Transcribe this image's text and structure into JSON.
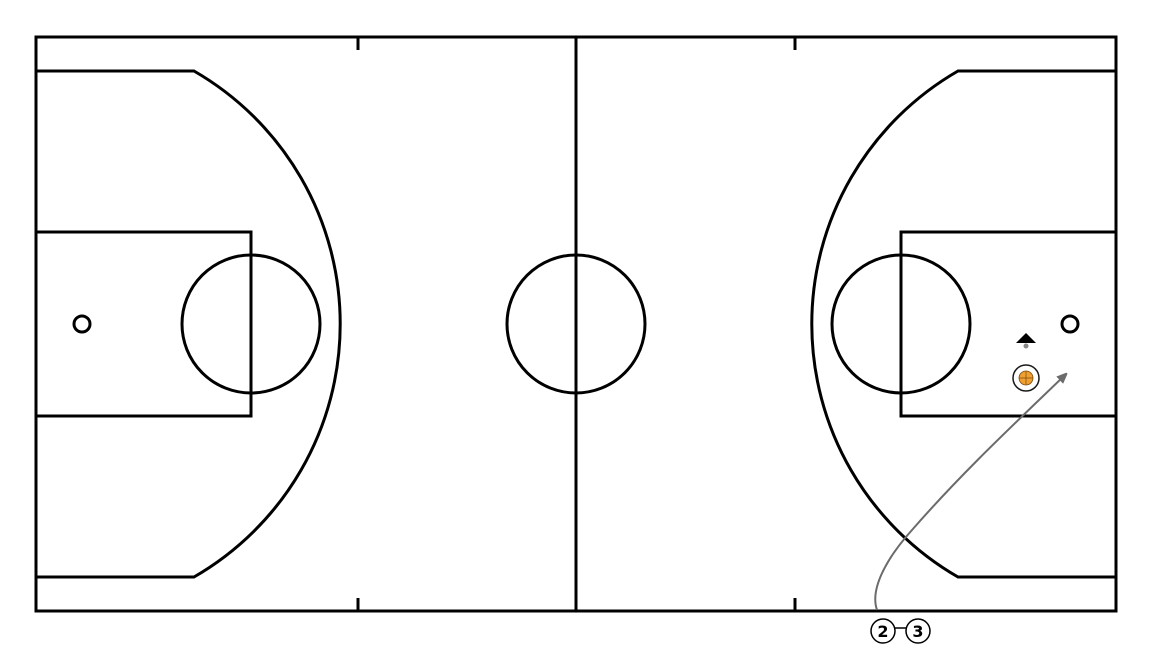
{
  "diagram": {
    "type": "basketball-full-court-play",
    "colors": {
      "court_lines": "#000000",
      "background": "#ffffff",
      "movement_arrow": "#6b6b6b",
      "ball": "#f0a030",
      "ball_ring": "#1a1a1a"
    },
    "players": [
      {
        "label": "2"
      },
      {
        "label": "3"
      }
    ],
    "markers": [
      {
        "name": "cone-icon"
      },
      {
        "name": "basketball-icon"
      }
    ],
    "movement": {
      "from": "player 2",
      "style": "curved arrow"
    }
  }
}
